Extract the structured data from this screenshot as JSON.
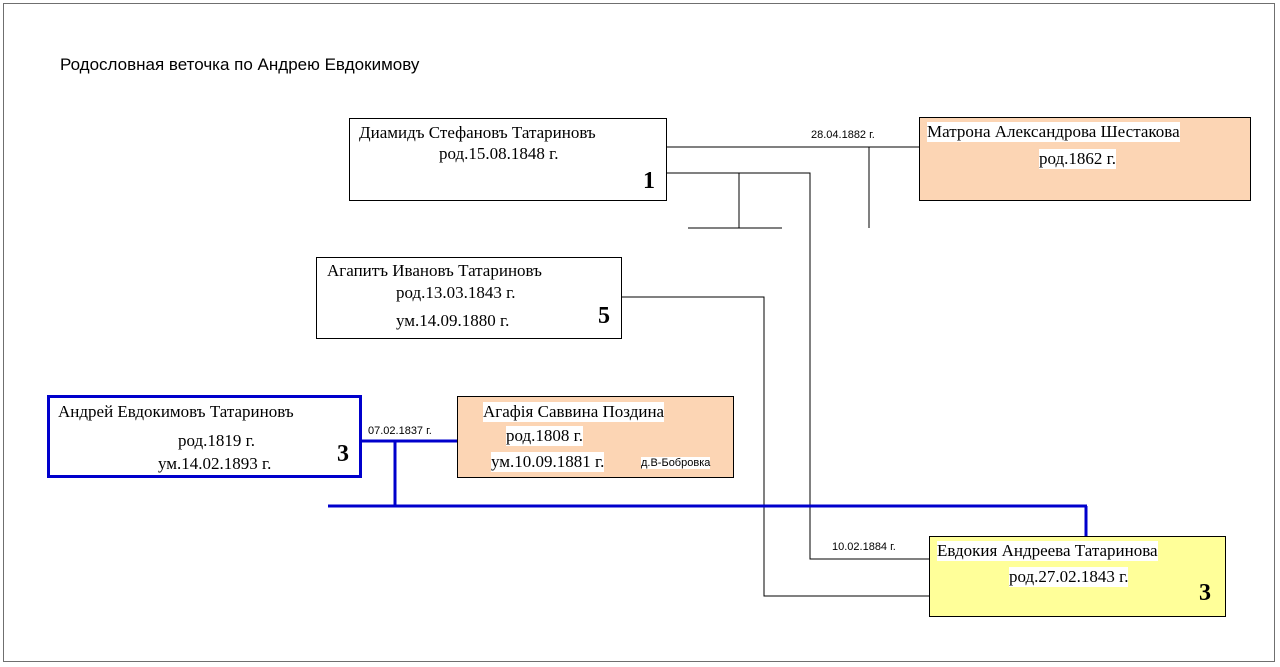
{
  "title": "Родословная веточка по Андрею Евдокимову",
  "persons": [
    {
      "id": "p1",
      "name": "Диамидъ Стефановъ Татариновъ",
      "line2": "род.15.08.1848 г.",
      "number": "1"
    },
    {
      "id": "p2",
      "name": "Матрона Александрова Шестакова",
      "line2": "род.1862 г."
    },
    {
      "id": "p3",
      "name": "Агапитъ Ивановъ Татариновъ",
      "line2": "род.13.03.1843 г.",
      "line3": "ум.14.09.1880 г.",
      "number": "5"
    },
    {
      "id": "p4",
      "name": "Андрей Евдокимовъ Татариновъ",
      "line2": "род.1819 г.",
      "line3": "ум.14.02.1893 г.",
      "number": "3"
    },
    {
      "id": "p5",
      "name": "Агафія Саввина Поздина",
      "line2": "род.1808 г.",
      "line3": "ум.10.09.1881 г.",
      "place": "д.В-Бобровка"
    },
    {
      "id": "p6",
      "name": "Евдокия Андреева Татаринова",
      "line2": "род.27.02.1843 г.",
      "number": "3"
    }
  ],
  "marriages": {
    "m1": "28.04.1882 г.",
    "m2": "07.02.1837 г.",
    "m3": "10.02.1884 г."
  },
  "colors": {
    "female_box": "#fcd5b4",
    "highlight_box": "#ffff99",
    "main_line": "#0000cc"
  }
}
